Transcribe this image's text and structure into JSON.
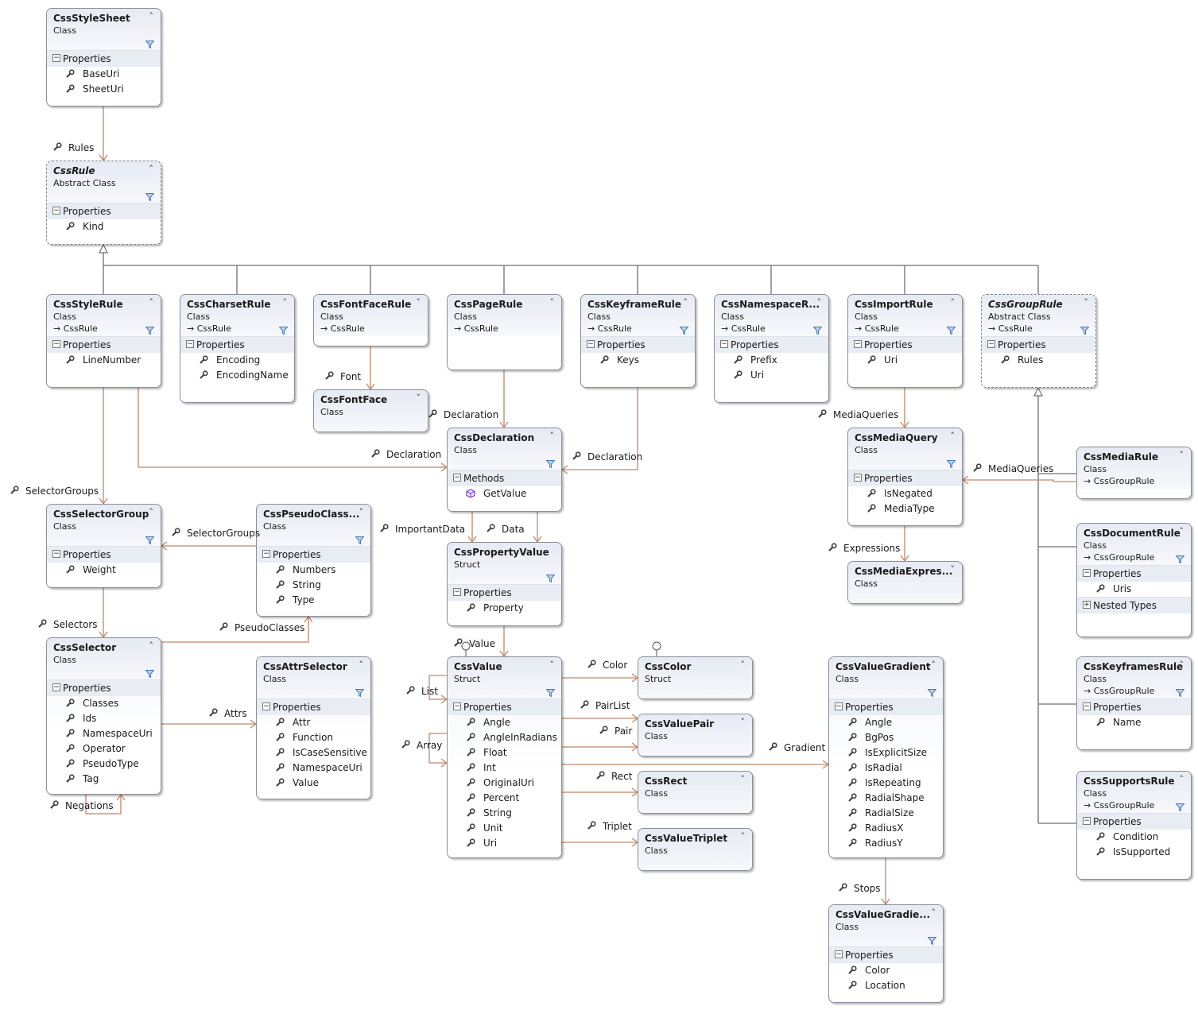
{
  "boxes": [
    {
      "id": "CssStyleSheet",
      "name": "CssStyleSheet",
      "kind": "Class",
      "base": "",
      "chevron": "up",
      "abstract": false,
      "sections": [
        {
          "label": "Properties",
          "items": [
            {
              "t": "prop",
              "label": "BaseUri"
            },
            {
              "t": "prop",
              "label": "SheetUri"
            }
          ]
        }
      ]
    },
    {
      "id": "CssRule",
      "name": "CssRule",
      "kind": "Abstract Class",
      "base": "",
      "chevron": "up",
      "abstract": true,
      "sections": [
        {
          "label": "Properties",
          "items": [
            {
              "t": "prop",
              "label": "Kind"
            }
          ]
        }
      ]
    },
    {
      "id": "CssStyleRule",
      "name": "CssStyleRule",
      "kind": "Class",
      "base": "CssRule",
      "chevron": "up",
      "abstract": false,
      "sections": [
        {
          "label": "Properties",
          "items": [
            {
              "t": "prop",
              "label": "LineNumber"
            }
          ]
        }
      ]
    },
    {
      "id": "CssCharsetRule",
      "name": "CssCharsetRule",
      "kind": "Class",
      "base": "CssRule",
      "chevron": "up",
      "abstract": false,
      "sections": [
        {
          "label": "Properties",
          "items": [
            {
              "t": "prop",
              "label": "Encoding"
            },
            {
              "t": "prop",
              "label": "EncodingName"
            }
          ]
        }
      ]
    },
    {
      "id": "CssFontFaceRule",
      "name": "CssFontFaceRule",
      "kind": "Class",
      "base": "CssRule",
      "chevron": "down",
      "abstract": false,
      "sections": []
    },
    {
      "id": "CssPageRule",
      "name": "CssPageRule",
      "kind": "Class",
      "base": "CssRule",
      "chevron": "up",
      "abstract": false,
      "sections": []
    },
    {
      "id": "CssKeyframeRule",
      "name": "CssKeyframeRule",
      "kind": "Class",
      "base": "CssRule",
      "chevron": "up",
      "abstract": false,
      "sections": [
        {
          "label": "Properties",
          "items": [
            {
              "t": "prop",
              "label": "Keys"
            }
          ]
        }
      ]
    },
    {
      "id": "CssNamespaceRule",
      "name": "CssNamespaceR...",
      "kind": "Class",
      "base": "CssRule",
      "chevron": "up",
      "abstract": false,
      "sections": [
        {
          "label": "Properties",
          "items": [
            {
              "t": "prop",
              "label": "Prefix"
            },
            {
              "t": "prop",
              "label": "Uri"
            }
          ]
        }
      ]
    },
    {
      "id": "CssImportRule",
      "name": "CssImportRule",
      "kind": "Class",
      "base": "CssRule",
      "chevron": "up",
      "abstract": false,
      "sections": [
        {
          "label": "Properties",
          "items": [
            {
              "t": "prop",
              "label": "Uri"
            }
          ]
        }
      ]
    },
    {
      "id": "CssGroupRule",
      "name": "CssGroupRule",
      "kind": "Abstract Class",
      "base": "CssRule",
      "chevron": "up",
      "abstract": true,
      "sections": [
        {
          "label": "Properties",
          "items": [
            {
              "t": "prop",
              "label": "Rules"
            }
          ]
        }
      ]
    },
    {
      "id": "CssFontFace",
      "name": "CssFontFace",
      "kind": "Class",
      "base": "",
      "chevron": "down",
      "abstract": false,
      "sections": []
    },
    {
      "id": "CssDeclaration",
      "name": "CssDeclaration",
      "kind": "Class",
      "base": "",
      "chevron": "up",
      "abstract": false,
      "sections": [
        {
          "label": "Methods",
          "items": [
            {
              "t": "method",
              "label": "GetValue"
            }
          ]
        }
      ]
    },
    {
      "id": "CssMediaQuery",
      "name": "CssMediaQuery",
      "kind": "Class",
      "base": "",
      "chevron": "up",
      "abstract": false,
      "sections": [
        {
          "label": "Properties",
          "items": [
            {
              "t": "prop",
              "label": "IsNegated"
            },
            {
              "t": "prop",
              "label": "MediaType"
            }
          ]
        }
      ]
    },
    {
      "id": "CssMediaRule",
      "name": "CssMediaRule",
      "kind": "Class",
      "base": "CssGroupRule",
      "chevron": "down",
      "abstract": false,
      "sections": []
    },
    {
      "id": "CssSelectorGroup",
      "name": "CssSelectorGroup",
      "kind": "Class",
      "base": "",
      "chevron": "up",
      "abstract": false,
      "sections": [
        {
          "label": "Properties",
          "items": [
            {
              "t": "prop",
              "label": "Weight"
            }
          ]
        }
      ]
    },
    {
      "id": "CssPseudoClass",
      "name": "CssPseudoClass...",
      "kind": "Class",
      "base": "",
      "chevron": "up",
      "abstract": false,
      "sections": [
        {
          "label": "Properties",
          "items": [
            {
              "t": "prop",
              "label": "Numbers"
            },
            {
              "t": "prop",
              "label": "String"
            },
            {
              "t": "prop",
              "label": "Type"
            }
          ]
        }
      ]
    },
    {
      "id": "CssPropertyValue",
      "name": "CssPropertyValue",
      "kind": "Struct",
      "base": "",
      "chevron": "",
      "abstract": false,
      "sections": [
        {
          "label": "Properties",
          "items": [
            {
              "t": "prop",
              "label": "Property"
            }
          ]
        }
      ]
    },
    {
      "id": "CssMediaExpression",
      "name": "CssMediaExpres...",
      "kind": "Class",
      "base": "",
      "chevron": "down",
      "abstract": false,
      "sections": []
    },
    {
      "id": "CssDocumentRule",
      "name": "CssDocumentRule",
      "kind": "Class",
      "base": "CssGroupRule",
      "chevron": "up",
      "abstract": false,
      "sections": [
        {
          "label": "Properties",
          "items": [
            {
              "t": "prop",
              "label": "Uris"
            }
          ]
        },
        {
          "label": "Nested Types",
          "plus": true,
          "items": []
        }
      ]
    },
    {
      "id": "CssSelector",
      "name": "CssSelector",
      "kind": "Class",
      "base": "",
      "chevron": "up",
      "abstract": false,
      "sections": [
        {
          "label": "Properties",
          "items": [
            {
              "t": "prop",
              "label": "Classes"
            },
            {
              "t": "prop",
              "label": "Ids"
            },
            {
              "t": "prop",
              "label": "NamespaceUri"
            },
            {
              "t": "prop",
              "label": "Operator"
            },
            {
              "t": "prop",
              "label": "PseudoType"
            },
            {
              "t": "prop",
              "label": "Tag"
            }
          ]
        }
      ]
    },
    {
      "id": "CssAttrSelector",
      "name": "CssAttrSelector",
      "kind": "Class",
      "base": "",
      "chevron": "up",
      "abstract": false,
      "sections": [
        {
          "label": "Properties",
          "items": [
            {
              "t": "prop",
              "label": "Attr"
            },
            {
              "t": "prop",
              "label": "Function"
            },
            {
              "t": "prop",
              "label": "IsCaseSensitive"
            },
            {
              "t": "prop",
              "label": "NamespaceUri"
            },
            {
              "t": "prop",
              "label": "Value"
            }
          ]
        }
      ]
    },
    {
      "id": "CssValue",
      "name": "CssValue",
      "kind": "Struct",
      "base": "",
      "chevron": "up",
      "abstract": false,
      "sections": [
        {
          "label": "Properties",
          "items": [
            {
              "t": "prop",
              "label": "Angle"
            },
            {
              "t": "prop",
              "label": "AngleInRadians"
            },
            {
              "t": "prop",
              "label": "Float"
            },
            {
              "t": "prop",
              "label": "Int"
            },
            {
              "t": "prop",
              "label": "OriginalUri"
            },
            {
              "t": "prop",
              "label": "Percent"
            },
            {
              "t": "prop",
              "label": "String"
            },
            {
              "t": "prop",
              "label": "Unit"
            },
            {
              "t": "prop",
              "label": "Uri"
            }
          ]
        }
      ]
    },
    {
      "id": "CssColor",
      "name": "CssColor",
      "kind": "Struct",
      "base": "",
      "chevron": "down",
      "abstract": false,
      "sections": []
    },
    {
      "id": "CssValuePair",
      "name": "CssValuePair",
      "kind": "Class",
      "base": "",
      "chevron": "down",
      "abstract": false,
      "sections": []
    },
    {
      "id": "CssRect",
      "name": "CssRect",
      "kind": "Class",
      "base": "",
      "chevron": "down",
      "abstract": false,
      "sections": []
    },
    {
      "id": "CssValueTriplet",
      "name": "CssValueTriplet",
      "kind": "Class",
      "base": "",
      "chevron": "down",
      "abstract": false,
      "sections": []
    },
    {
      "id": "CssValueGradient",
      "name": "CssValueGradient",
      "kind": "Class",
      "base": "",
      "chevron": "up",
      "abstract": false,
      "sections": [
        {
          "label": "Properties",
          "items": [
            {
              "t": "prop",
              "label": "Angle"
            },
            {
              "t": "prop",
              "label": "BgPos"
            },
            {
              "t": "prop",
              "label": "IsExplicitSize"
            },
            {
              "t": "prop",
              "label": "IsRadial"
            },
            {
              "t": "prop",
              "label": "IsRepeating"
            },
            {
              "t": "prop",
              "label": "RadialShape"
            },
            {
              "t": "prop",
              "label": "RadialSize"
            },
            {
              "t": "prop",
              "label": "RadiusX"
            },
            {
              "t": "prop",
              "label": "RadiusY"
            }
          ]
        }
      ]
    },
    {
      "id": "CssKeyframesRule",
      "name": "CssKeyframesRule",
      "kind": "Class",
      "base": "CssGroupRule",
      "chevron": "up",
      "abstract": false,
      "sections": [
        {
          "label": "Properties",
          "items": [
            {
              "t": "prop",
              "label": "Name"
            }
          ]
        }
      ]
    },
    {
      "id": "CssSupportsRule",
      "name": "CssSupportsRule",
      "kind": "Class",
      "base": "CssGroupRule",
      "chevron": "up",
      "abstract": false,
      "sections": [
        {
          "label": "Properties",
          "items": [
            {
              "t": "prop",
              "label": "Condition"
            },
            {
              "t": "prop",
              "label": "IsSupported"
            }
          ]
        }
      ]
    },
    {
      "id": "CssValueGradientStop",
      "name": "CssValueGradie...",
      "kind": "Class",
      "base": "",
      "chevron": "up",
      "abstract": false,
      "sections": [
        {
          "label": "Properties",
          "items": [
            {
              "t": "prop",
              "label": "Color"
            },
            {
              "t": "prop",
              "label": "Location"
            }
          ]
        }
      ]
    }
  ],
  "associations": [
    {
      "id": "rules",
      "label": "Rules"
    },
    {
      "id": "font",
      "label": "Font"
    },
    {
      "id": "declaration-page",
      "label": "Declaration"
    },
    {
      "id": "declaration-style",
      "label": "Declaration"
    },
    {
      "id": "declaration-keyframe",
      "label": "Declaration"
    },
    {
      "id": "mediaqueries-import",
      "label": "MediaQueries"
    },
    {
      "id": "mediaqueries-media",
      "label": "MediaQueries"
    },
    {
      "id": "selectorgroups-style",
      "label": "SelectorGroups"
    },
    {
      "id": "selectorgroups-pseudo",
      "label": "SelectorGroups"
    },
    {
      "id": "importantdata",
      "label": "ImportantData"
    },
    {
      "id": "data",
      "label": "Data"
    },
    {
      "id": "expressions",
      "label": "Expressions"
    },
    {
      "id": "selectors",
      "label": "Selectors"
    },
    {
      "id": "pseudoclasses",
      "label": "PseudoClasses"
    },
    {
      "id": "value",
      "label": "Value"
    },
    {
      "id": "color",
      "label": "Color"
    },
    {
      "id": "list",
      "label": "List"
    },
    {
      "id": "pairlist",
      "label": "PairList"
    },
    {
      "id": "pair",
      "label": "Pair"
    },
    {
      "id": "attrs",
      "label": "Attrs"
    },
    {
      "id": "array",
      "label": "Array"
    },
    {
      "id": "gradient",
      "label": "Gradient"
    },
    {
      "id": "rect",
      "label": "Rect"
    },
    {
      "id": "triplet",
      "label": "Triplet"
    },
    {
      "id": "negations",
      "label": "Negations"
    },
    {
      "id": "stops",
      "label": "Stops"
    }
  ],
  "colors": {
    "connector": "#c0876a",
    "inheritance": "#707070",
    "border": "#8a8f99",
    "header": "#e6eaf3"
  }
}
